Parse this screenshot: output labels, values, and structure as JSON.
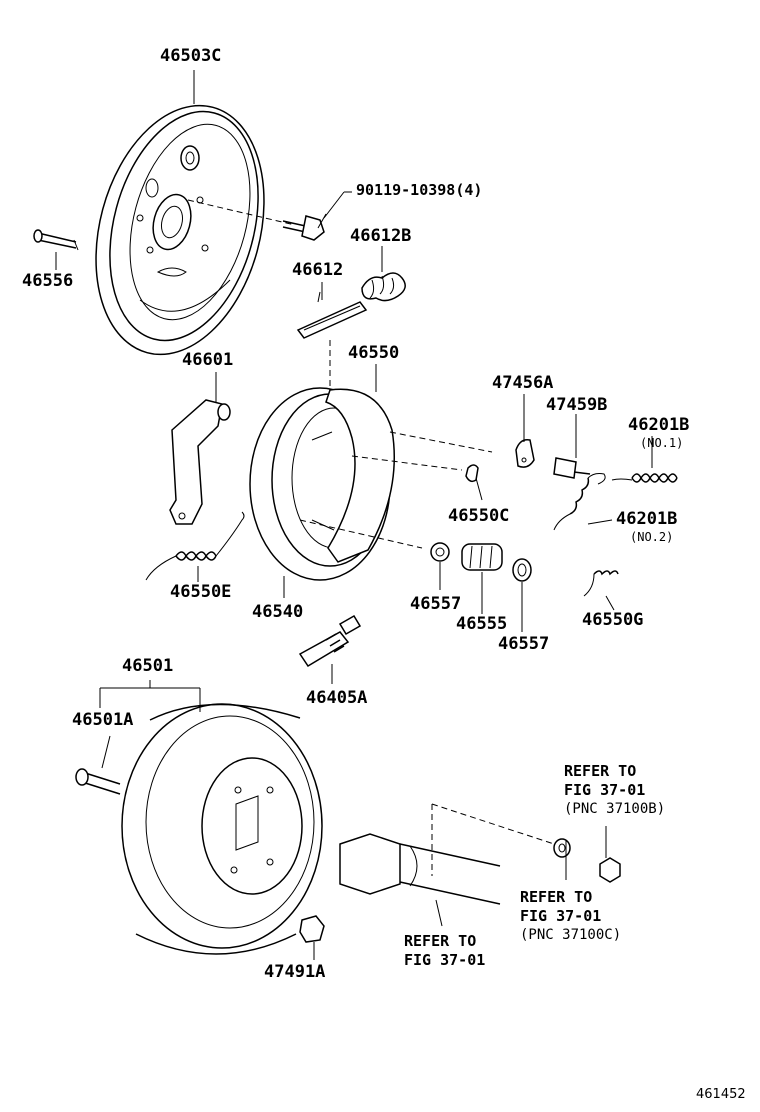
{
  "labels": {
    "p46503C": "46503C",
    "p90119": "90119-10398(4)",
    "p46612B": "46612B",
    "p46612": "46612",
    "p46556": "46556",
    "p46601": "46601",
    "p46550": "46550",
    "p47456A": "47456A",
    "p47459B": "47459B",
    "p46201B_1": "46201B",
    "no1": "(NO.1)",
    "p46550C": "46550C",
    "p46201B_2": "46201B",
    "no2": "(NO.2)",
    "p46550E": "46550E",
    "p46540": "46540",
    "p46557a": "46557",
    "p46555": "46555",
    "p46557b": "46557",
    "p46550G": "46550G",
    "p46405A": "46405A",
    "p46501": "46501",
    "p46501A": "46501A",
    "p47491A": "47491A",
    "figure_number": "461452"
  },
  "refs": {
    "ref1": {
      "line1": "REFER TO",
      "line2": "FIG 37-01",
      "line3": "(PNC 37100B)"
    },
    "ref2": {
      "line1": "REFER TO",
      "line2": "FIG 37-01",
      "line3": "(PNC 37100C)"
    },
    "ref3": {
      "line1": "REFER TO",
      "line2": "FIG 37-01"
    }
  }
}
